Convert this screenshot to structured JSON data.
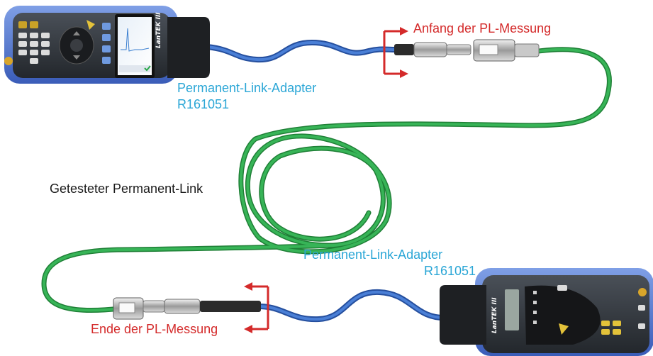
{
  "labels": {
    "start_measurement": "Anfang der PL-Messung",
    "end_measurement": "Ende der PL-Messung",
    "adapter_top": "Permanent-Link-Adapter",
    "adapter_top_id": "R161051",
    "adapter_bottom": "Permanent-Link-Adapter",
    "adapter_bottom_id": "R161051",
    "tested_link": "Getesteter Permanent-Link"
  },
  "devices": {
    "main_unit_brand": "LanTEK III",
    "remote_unit_brand": "LanTEK III"
  },
  "colors": {
    "annotation_red": "#d42a2a",
    "annotation_blue": "#2aa6d6",
    "link_cable_green": "#2aa84a",
    "adapter_cable_blue": "#3f6fc4",
    "device_body": "#2f3338",
    "device_bumper": "#5a7fd6"
  }
}
